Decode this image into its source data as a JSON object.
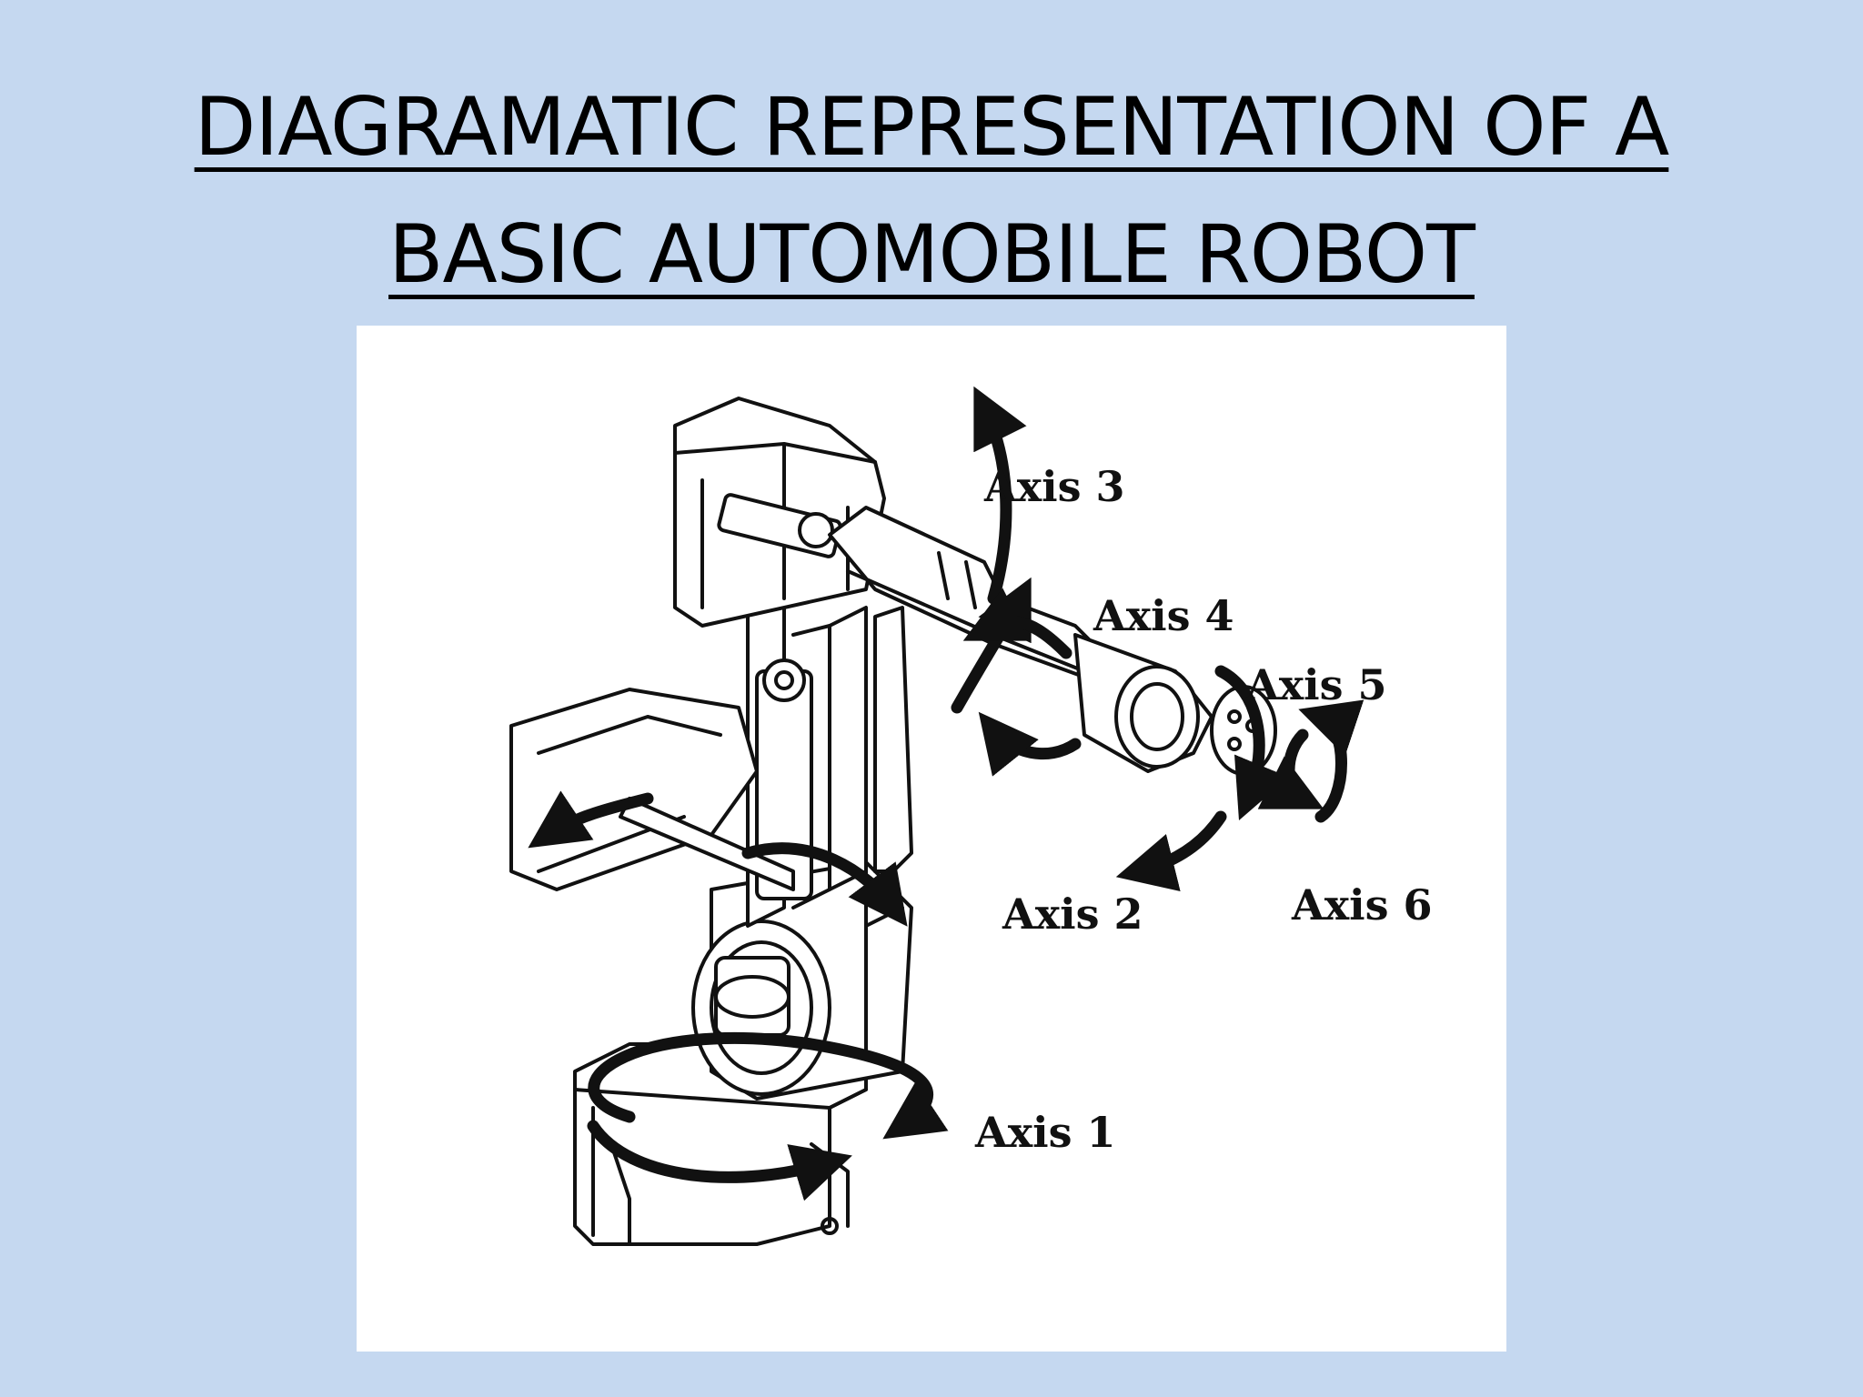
{
  "slide": {
    "title_line1": "DIAGRAMATIC REPRESENTATION OF A",
    "title_line2": "BASIC AUTOMOBILE ROBOT"
  },
  "diagram": {
    "labels": {
      "axis1": "Axis 1",
      "axis2": "Axis 2",
      "axis3": "Axis 3",
      "axis4": "Axis 4",
      "axis5": "Axis 5",
      "axis6": "Axis 6"
    },
    "colors": {
      "background": "#c5d8f0",
      "panel": "#ffffff",
      "ink": "#111111"
    }
  }
}
